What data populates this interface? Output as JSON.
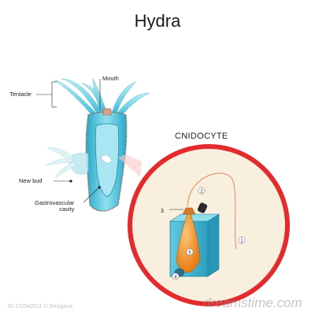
{
  "title": "Hydra",
  "labels": {
    "mouth": "Mouth",
    "tentacle": "Tentacle",
    "new_bud": "New bud",
    "gastrovascular_cavity_line1": "Gastrovascular",
    "gastrovascular_cavity_line2": "cavity"
  },
  "inset_title": "CNIDOCYTE",
  "callouts": [
    "1",
    "2",
    "3",
    "4",
    "5"
  ],
  "watermark": "dreamstime.com",
  "watermark_id": "ID 172542011 © Designua",
  "colors": {
    "body_cyan": "#4fc4dc",
    "body_dark": "#1f95b5",
    "circle_red": "#e32a2c",
    "circle_fill": "#f8efdf",
    "nucleus_orange": "#f0912a"
  }
}
